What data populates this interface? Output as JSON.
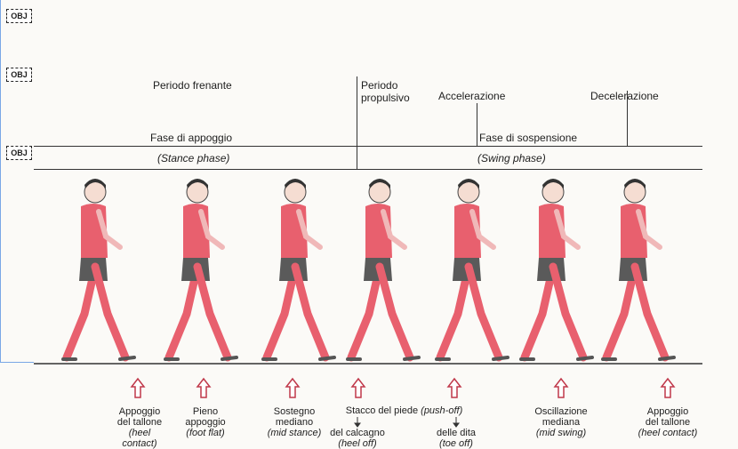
{
  "markers": [
    "OBJ",
    "OBJ",
    "OBJ"
  ],
  "header": {
    "periods": {
      "braking": "Periodo frenante",
      "propulsive_line1": "Periodo",
      "propulsive_line2": "propulsivo",
      "acceleration": "Accelerazione",
      "deceleration": "Decelerazione"
    },
    "phases": {
      "stance_it": "Fase di appoggio",
      "stance_en": "(Stance phase)",
      "swing_it": "Fase di sospensione",
      "swing_en": "(Swing phase)"
    }
  },
  "captions": [
    {
      "it1": "Appoggio",
      "it2": "del tallone",
      "en1": "(heel",
      "en2": "contact)"
    },
    {
      "it1": "Pieno",
      "it2": "appoggio",
      "en1": "(foot flat)",
      "en2": ""
    },
    {
      "it1": "Sostegno",
      "it2": "mediano",
      "en1": "(mid stance)",
      "en2": ""
    },
    {
      "it1": "Oscillazione",
      "it2": "mediana",
      "en1": "(mid swing)",
      "en2": ""
    },
    {
      "it1": "Appoggio",
      "it2": "del tallone",
      "en1": "(heel contact)",
      "en2": ""
    }
  ],
  "pushoff": {
    "title_it": "Stacco del piede",
    "title_en": "(push-off)",
    "heel_it": "del calcagno",
    "heel_en": "(heel off)",
    "toe_it": "delle dita",
    "toe_en": "(toe off)"
  },
  "colors": {
    "body_red": "#e8606e",
    "skin": "#f5ddd2",
    "shorts": "#5a5a5a",
    "line": "#333333"
  }
}
